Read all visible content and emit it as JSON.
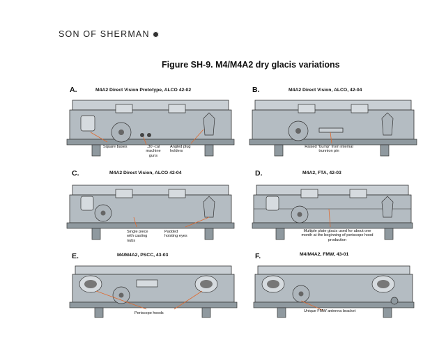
{
  "header": {
    "brand": "SON OF SHERMAN"
  },
  "figure": {
    "title": "Figure SH-9. M4/M4A2 dry glacis variations"
  },
  "panels": [
    {
      "letter": "A.",
      "caption": "M4A2 Direct Vision Prototype, ALCO 42-02",
      "annotations": [
        "Square bases",
        ".30 -cal machine guns",
        "Angled plug holders"
      ]
    },
    {
      "letter": "B.",
      "caption": "M4A2 Direct Vision, ALCO, 42-04",
      "annotations": [
        "Raised \"bump\" from internal trunnion pin"
      ]
    },
    {
      "letter": "C.",
      "caption": "M4A2 Direct Vision, ALCO 42-04",
      "annotations": [
        "Single piece with casting nubs",
        "Padded hoisting eyes"
      ]
    },
    {
      "letter": "D.",
      "caption": "M4A2, FTA, 42-03",
      "annotations": [
        "Multiple plate glacis used for about one month at the beginning of periscope hood production"
      ]
    },
    {
      "letter": "E.",
      "caption": "M4/M4A2, PSCC, 43-03",
      "annotations": [
        "Periscope hoods"
      ]
    },
    {
      "letter": "F.",
      "caption": "M4/M4A2, FMW, 43-01",
      "annotations": [
        "Unique FMW antenna bracket"
      ]
    }
  ],
  "colors": {
    "leader": "#e0692d",
    "hull": "#c9cfd4",
    "hull_dark": "#8f999f"
  }
}
